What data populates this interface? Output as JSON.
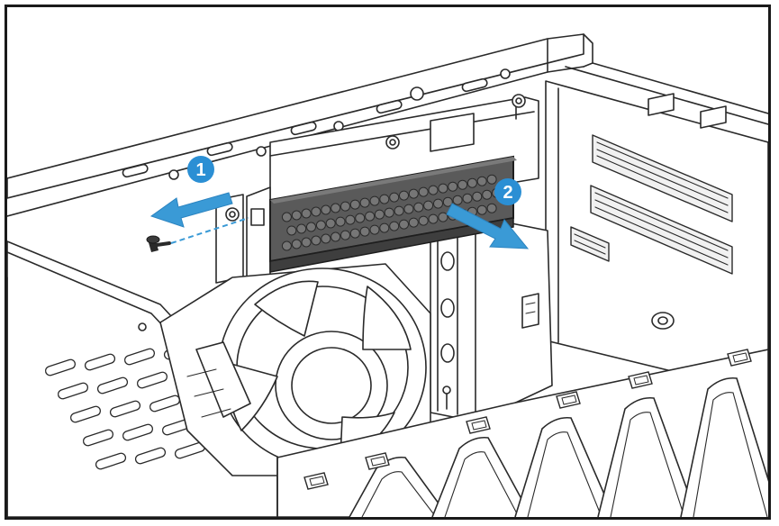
{
  "steps": [
    {
      "number": "1",
      "action": "remove-screw"
    },
    {
      "number": "2",
      "action": "slide-bracket-out"
    }
  ],
  "colors": {
    "arrow": "#3a9ad6",
    "badge": "#2b8fd4",
    "bracket": "#555555",
    "line": "#2a2a2a",
    "frame": "#1a1a1a"
  },
  "icons": [
    "arrow-left-icon",
    "arrow-down-right-icon",
    "screw-icon",
    "fan-icon"
  ]
}
